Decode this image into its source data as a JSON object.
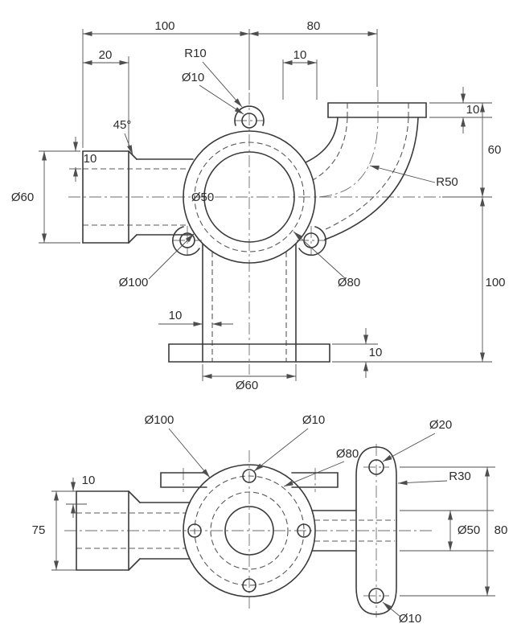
{
  "colors": {
    "line": "#3a3a3a",
    "background": "#ffffff"
  },
  "top_view": {
    "dims": {
      "len_100": "100",
      "len_80": "80",
      "len_20": "20",
      "rad_r10": "R10",
      "dia_10_lug": "Ø10",
      "len_10_offset": "10",
      "angle_45": "45°",
      "len_10_wall_left": "10",
      "dia_60_inlet": "Ø60",
      "dia_50_bore": "Ø50",
      "rad_r50": "R50",
      "len_60_outlet": "60",
      "len_10_outlet_flange": "10",
      "len_100_height": "100",
      "dia_100_flange": "Ø100",
      "dia_80_boltcircle": "Ø80",
      "len_10_pipe_wall": "10",
      "len_10_base": "10",
      "dia_60_base": "Ø60"
    }
  },
  "bottom_view": {
    "dims": {
      "dia_100_flange": "Ø100",
      "dia_10_bolt_hole": "Ø10",
      "dia_80_boltcircle": "Ø80",
      "dia_20_plate_hole": "Ø20",
      "rad_r30": "R30",
      "len_10_wall": "10",
      "len_75": "75",
      "dia_50_pipe": "Ø50",
      "len_80_plate": "80",
      "dia_10_plate_hole": "Ø10"
    }
  }
}
